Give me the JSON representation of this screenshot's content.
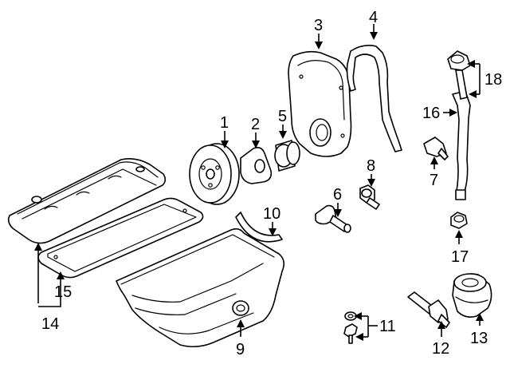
{
  "callouts": [
    {
      "id": "c1",
      "number": "1"
    },
    {
      "id": "c2",
      "number": "2"
    },
    {
      "id": "c3",
      "number": "3"
    },
    {
      "id": "c4",
      "number": "4"
    },
    {
      "id": "c5",
      "number": "5"
    },
    {
      "id": "c6",
      "number": "6"
    },
    {
      "id": "c7",
      "number": "7"
    },
    {
      "id": "c8",
      "number": "8"
    },
    {
      "id": "c9",
      "number": "9"
    },
    {
      "id": "c10",
      "number": "10"
    },
    {
      "id": "c11",
      "number": "11"
    },
    {
      "id": "c12",
      "number": "12"
    },
    {
      "id": "c13",
      "number": "13"
    },
    {
      "id": "c14",
      "number": "14"
    },
    {
      "id": "c15",
      "number": "15"
    },
    {
      "id": "c16",
      "number": "16"
    },
    {
      "id": "c17",
      "number": "17"
    },
    {
      "id": "c18",
      "number": "18"
    }
  ]
}
